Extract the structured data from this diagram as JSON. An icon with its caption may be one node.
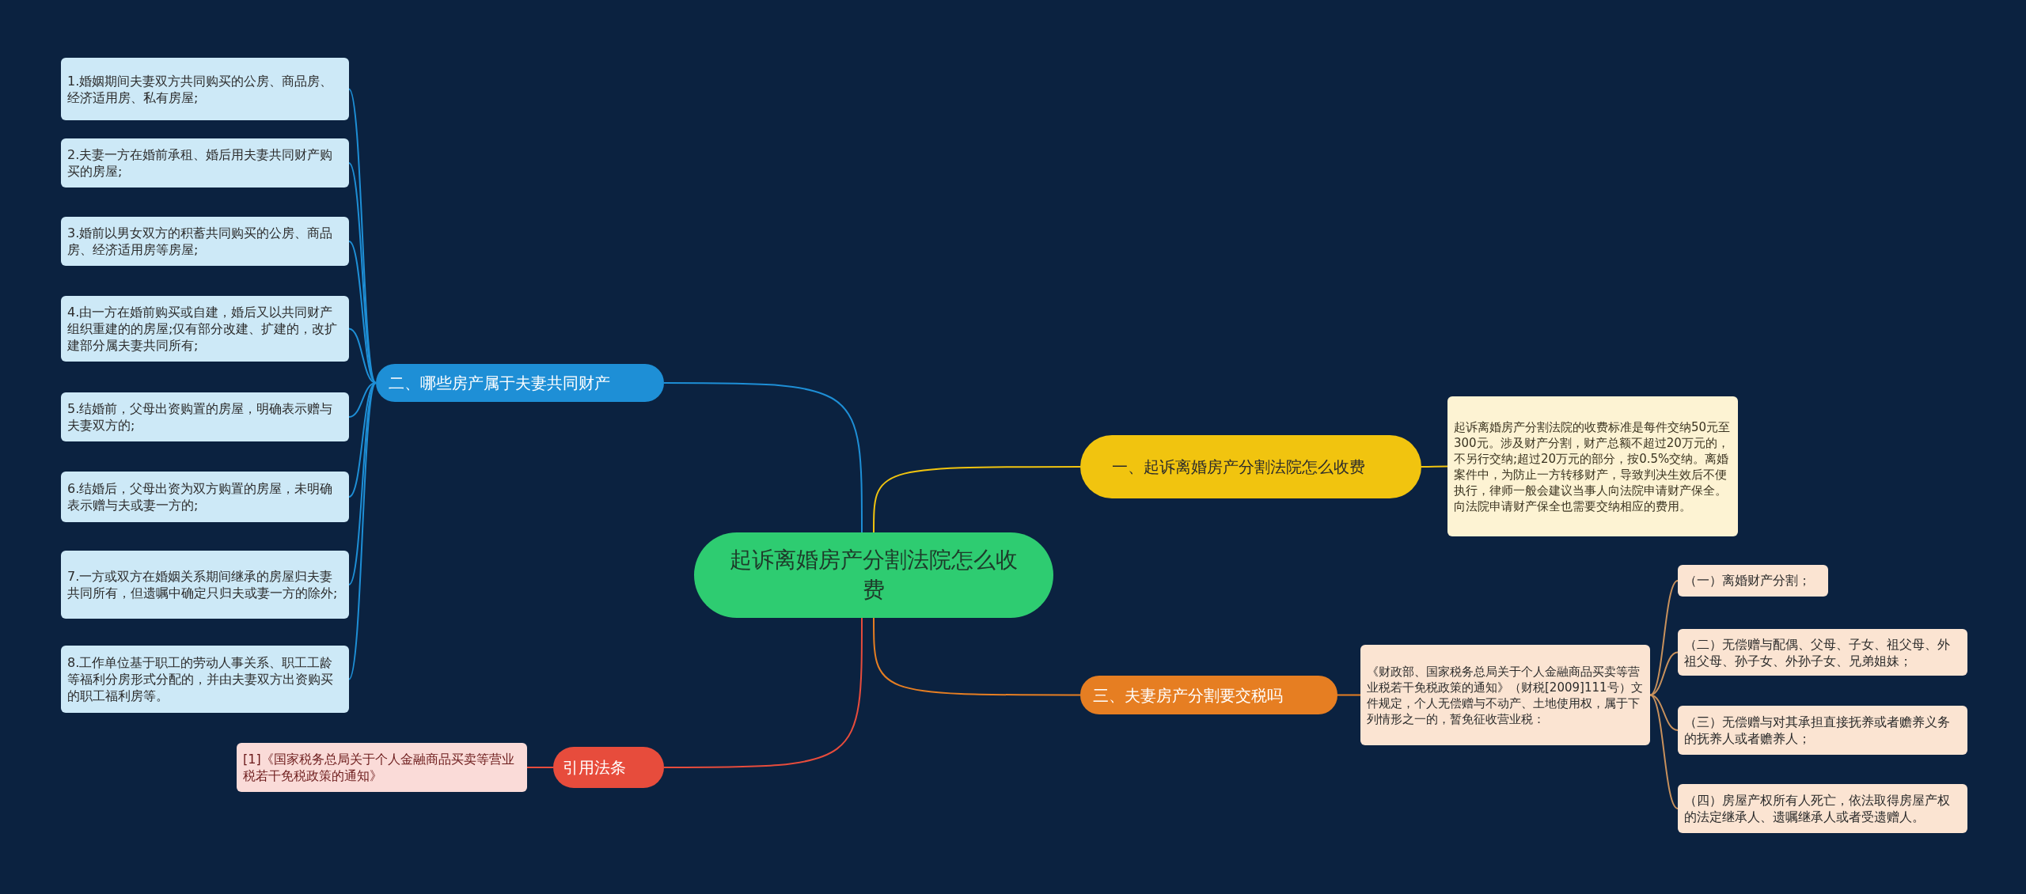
{
  "diagram": {
    "nodes": [
      {
        "text": [
          "起诉离婚房产分割法院怎么收费"
        ]
      },
      {
        "text": [
          "二、哪些房产属于夫妻共同财产"
        ]
      },
      {
        "text": [
          "1.婚姻期间夫妻双方共同购买的公房、商品房、经济适用房、私有房屋;"
        ]
      },
      {
        "text": [
          "2.夫妻一方在婚前承租、婚后用夫妻共同财产购买的房屋;"
        ]
      },
      {
        "text": [
          "3.婚前以男女双方的积蓄共同购买的公房、商品房、经济适用房等房屋;"
        ]
      },
      {
        "text": [
          "4.由一方在婚前购买或自建，婚后又以共同财产组织重建的的房屋;仅有部分改建、扩建的，改扩建部分属夫妻共同所有;"
        ]
      },
      {
        "text": [
          "5.结婚前，父母出资购置的房屋，明确表示赠与夫妻双方的;"
        ]
      },
      {
        "text": [
          "6.结婚后，父母出资为双方购置的房屋，未明确表示赠与夫或妻一方的;"
        ]
      },
      {
        "text": [
          "7.一方或双方在婚姻关系期间继承的房屋归夫妻共同所有，但遗嘱中确定只归夫或妻一方的除外;"
        ]
      },
      {
        "text": [
          "8.工作单位基于职工的劳动人事关系、职工工龄等福利分房形式分配的，并由夫妻双方出资购买的职工福利房等。"
        ]
      },
      {
        "text": [
          "一、起诉离婚房产分割法院怎么收费"
        ]
      },
      {
        "text": [
          "起诉离婚房产分割法院的收费标准是每件交纳50元至300元。涉及财产分割，财产总额不超过20万元的，不另行交纳;超过20万元的部分，按0.5%交纳。离婚案件中，为防止一方转移财产，导致判决生效后不便执行，律师一般会建议当事人向法院申请财产保全。向法院申请财产保全也需要交纳相应的费用。"
        ]
      },
      {
        "text": [
          "三、夫妻房产分割要交税吗"
        ]
      },
      {
        "text": [
          "《财政部、国家税务总局关于个人金融商品买卖等营业税若干免税政策的通知》（财税[2009]111号）文件规定，个人无偿赠与不动产、土地使用权，属于下列情形之一的，暂免征收营业税："
        ]
      },
      {
        "text": [
          "（一）离婚财产分割；"
        ]
      },
      {
        "text": [
          "（二）无偿赠与配偶、父母、子女、祖父母、外祖父母、孙子女、外孙子女、兄弟姐妹；"
        ]
      },
      {
        "text": [
          "（三）无偿赠与对其承担直接抚养或者赡养义务的抚养人或者赡养人；"
        ]
      },
      {
        "text": [
          "（四）房屋产权所有人死亡，依法取得房屋产权的法定继承人、遗嘱继承人或者受遗赠人。"
        ]
      },
      {
        "text": [
          "引用法条"
        ]
      },
      {
        "text": [
          "[1]《国家税务总局关于个人金融商品买卖等营业税若干免税政策的通知》"
        ]
      }
    ],
    "edges": [
      {
        "from": 0,
        "to": 1,
        "arrow": "none"
      },
      {
        "from": 1,
        "to": 2,
        "arrow": "none"
      },
      {
        "from": 1,
        "to": 3,
        "arrow": "none"
      },
      {
        "from": 1,
        "to": 4,
        "arrow": "none"
      },
      {
        "from": 1,
        "to": 5,
        "arrow": "none"
      },
      {
        "from": 1,
        "to": 6,
        "arrow": "none"
      },
      {
        "from": 1,
        "to": 7,
        "arrow": "none"
      },
      {
        "from": 1,
        "to": 8,
        "arrow": "none"
      },
      {
        "from": 1,
        "to": 9,
        "arrow": "none"
      },
      {
        "from": 0,
        "to": 10,
        "arrow": "none",
        "color": "#f1c40f"
      },
      {
        "from": 10,
        "to": 11,
        "arrow": "none",
        "color": "#f1c40f"
      },
      {
        "from": 0,
        "to": 12,
        "arrow": "none",
        "color": "#e67e22"
      },
      {
        "from": 12,
        "to": 13,
        "arrow": "none",
        "color": "#e67e22"
      },
      {
        "from": 13,
        "to": 14,
        "arrow": "none",
        "color": "#c8915c"
      },
      {
        "from": 13,
        "to": 15,
        "arrow": "none",
        "color": "#c8915c"
      },
      {
        "from": 13,
        "to": 16,
        "arrow": "none",
        "color": "#c8915c"
      },
      {
        "from": 13,
        "to": 17,
        "arrow": "none",
        "color": "#c8915c"
      },
      {
        "from": 0,
        "to": 18,
        "arrow": "none",
        "color": "#e74c3c"
      },
      {
        "from": 18,
        "to": 19,
        "arrow": "none",
        "color": "#e74c3c"
      }
    ]
  }
}
